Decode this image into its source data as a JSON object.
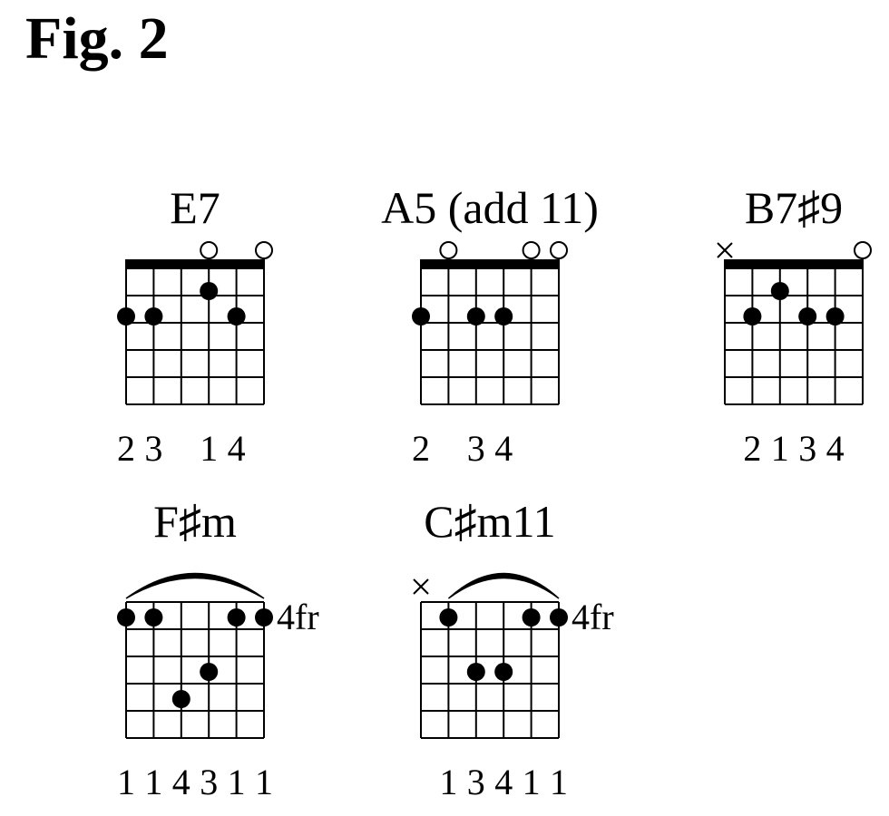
{
  "figure": {
    "title": "Fig. 2"
  },
  "colors": {
    "ink": "#000000",
    "background": "#ffffff"
  },
  "chord_data": [
    {
      "id": "e7",
      "name": "E7",
      "strings": 6,
      "frets_shown": 5,
      "nut": true,
      "fret_label": "",
      "markers": [
        "",
        "",
        "",
        "o",
        "",
        "o"
      ],
      "dots": [
        {
          "string": 1,
          "fret": 2
        },
        {
          "string": 2,
          "fret": 2
        },
        {
          "string": 4,
          "fret": 1
        },
        {
          "string": 5,
          "fret": 2
        }
      ],
      "barre": null,
      "fingering": [
        "2",
        "3",
        "",
        "1",
        "4",
        ""
      ]
    },
    {
      "id": "a5add11",
      "name": "A5 (add 11)",
      "strings": 6,
      "frets_shown": 5,
      "nut": true,
      "fret_label": "",
      "markers": [
        "",
        "o",
        "",
        "",
        "o",
        "o"
      ],
      "dots": [
        {
          "string": 1,
          "fret": 2
        },
        {
          "string": 3,
          "fret": 2
        },
        {
          "string": 4,
          "fret": 2
        }
      ],
      "barre": null,
      "fingering": [
        "2",
        "",
        "3",
        "4",
        "",
        ""
      ]
    },
    {
      "id": "b7sharp9",
      "name": "B7♯9",
      "strings": 6,
      "frets_shown": 5,
      "nut": true,
      "fret_label": "",
      "markers": [
        "x",
        "",
        "",
        "",
        "",
        "o"
      ],
      "dots": [
        {
          "string": 2,
          "fret": 2
        },
        {
          "string": 3,
          "fret": 1
        },
        {
          "string": 4,
          "fret": 2
        },
        {
          "string": 5,
          "fret": 2
        }
      ],
      "barre": null,
      "fingering": [
        "",
        "2",
        "1",
        "3",
        "4",
        ""
      ]
    },
    {
      "id": "fsharpm",
      "name": "F♯m",
      "strings": 6,
      "frets_shown": 5,
      "nut": false,
      "fret_label": "4fr",
      "markers": [
        "",
        "",
        "",
        "",
        "",
        ""
      ],
      "dots": [
        {
          "string": 1,
          "fret": 1
        },
        {
          "string": 2,
          "fret": 1
        },
        {
          "string": 3,
          "fret": 4
        },
        {
          "string": 4,
          "fret": 3
        },
        {
          "string": 5,
          "fret": 1
        },
        {
          "string": 6,
          "fret": 1
        }
      ],
      "barre": {
        "from": 1,
        "to": 6
      },
      "fingering": [
        "1",
        "1",
        "4",
        "3",
        "1",
        "1"
      ]
    },
    {
      "id": "csharpm11",
      "name": "C♯m11",
      "strings": 6,
      "frets_shown": 5,
      "nut": false,
      "fret_label": "4fr",
      "markers": [
        "x",
        "",
        "",
        "",
        "",
        ""
      ],
      "dots": [
        {
          "string": 2,
          "fret": 1
        },
        {
          "string": 3,
          "fret": 3
        },
        {
          "string": 4,
          "fret": 3
        },
        {
          "string": 5,
          "fret": 1
        },
        {
          "string": 6,
          "fret": 1
        }
      ],
      "barre": {
        "from": 2,
        "to": 6
      },
      "fingering": [
        "",
        "1",
        "3",
        "4",
        "1",
        "1"
      ]
    }
  ]
}
